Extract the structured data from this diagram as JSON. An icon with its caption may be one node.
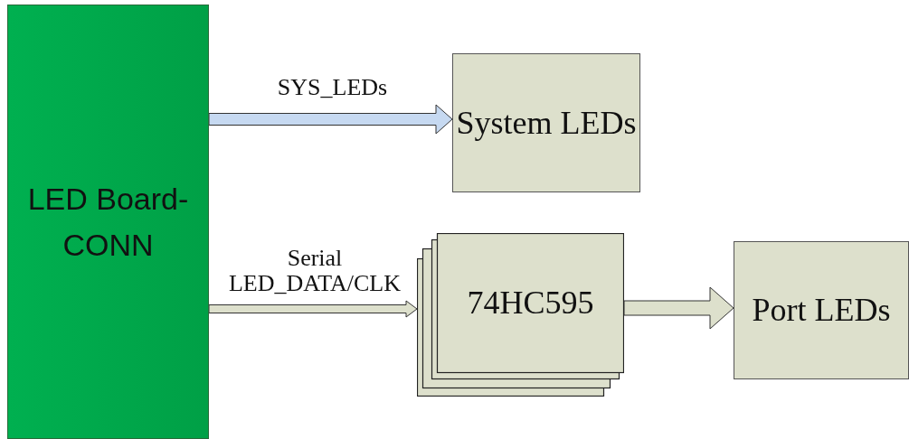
{
  "diagram": {
    "nodes": [
      {
        "text": [
          "LED Board-CONN"
        ]
      },
      {
        "text": [
          "System LEDs"
        ]
      },
      {
        "text": [
          "74HC595"
        ]
      },
      {
        "text": [
          "Port LEDs"
        ]
      }
    ],
    "edges": [
      {
        "from": 0,
        "to": 1,
        "arrow": "to",
        "label": "SYS_LEDs",
        "color": "#c6d9f1"
      },
      {
        "from": 0,
        "to": 2,
        "arrow": "to",
        "label": "Serial LED_DATA/CLK"
      },
      {
        "from": 2,
        "to": 3,
        "arrow": "to"
      }
    ]
  }
}
